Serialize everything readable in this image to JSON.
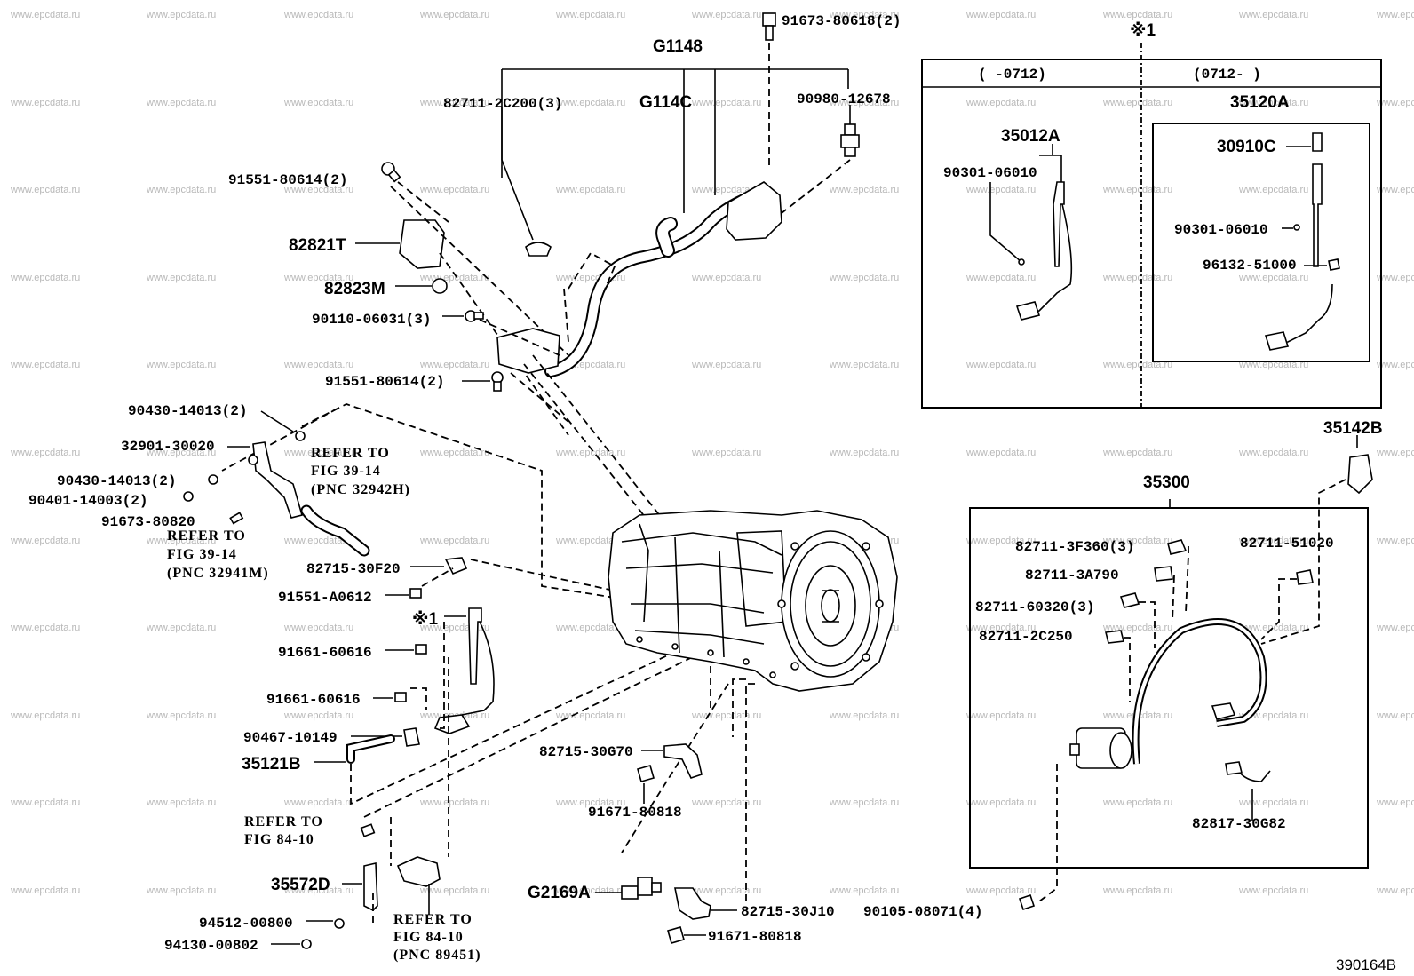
{
  "watermark": "www.epcdata.ru",
  "diagram_id": "390164B",
  "labels": {
    "g1148": "G1148",
    "p91673_80618": "91673-80618(2)",
    "p82711_2c200": "82711-2C200(3)",
    "g114c": "G114C",
    "p90980_12678": "90980-12678",
    "p91551_80614_top": "91551-80614(2)",
    "p82821t": "82821T",
    "p82823m": "82823M",
    "p90110_06031": "90110-06031(3)",
    "p91551_80614_mid": "91551-80614(2)",
    "p90430_14013_a": "90430-14013(2)",
    "p32901_30020": "32901-30020",
    "p90430_14013_b": "90430-14013(2)",
    "p90401_14003": "90401-14003(2)",
    "p91673_80820": "91673-80820",
    "p82715_30f20": "82715-30F20",
    "p91551_a0612": "91551-A0612",
    "ref1_asterisk": "※1",
    "p91661_60616_a": "91661-60616",
    "p91661_60616_b": "91661-60616",
    "p90467_10149": "90467-10149",
    "p35121b": "35121B",
    "p35572d": "35572D",
    "p94512_00800": "94512-00800",
    "p94130_00802": "94130-00802",
    "p82715_30g70": "82715-30G70",
    "p91671_80818_a": "91671-80818",
    "p91671_80818_b": "91671-80818",
    "g2169a": "G2169A",
    "p82715_30j10": "82715-30J10",
    "p90105_08071": "90105-08071(4)",
    "p35142b": "35142B",
    "p35300": "35300",
    "p82711_3f360": "82711-3F360(3)",
    "p82711_51020": "82711-51020",
    "p82711_3a790": "82711-3A790",
    "p82711_60320": "82711-60320(3)",
    "p82711_2c250": "82711-2C250",
    "p82817_30g82": "82817-30G82",
    "box_asterisk": "※1",
    "box_left_header": "(     -0712)",
    "box_right_header": "(0712-     )",
    "p35012a": "35012A",
    "p90301_06010_left": "90301-06010",
    "p35120a": "35120A",
    "p30910c": "30910C",
    "p90301_06010_right": "90301-06010",
    "p96132_51000": "96132-51000"
  },
  "notes": {
    "refer_fig39_14_a_l1": "REFER TO",
    "refer_fig39_14_a_l2": "FIG 39-14",
    "refer_fig39_14_a_l3": "(PNC 32942H)",
    "refer_fig39_14_b_l1": "REFER TO",
    "refer_fig39_14_b_l2": "FIG 39-14",
    "refer_fig39_14_b_l3": "(PNC 32941M)",
    "refer_fig84_10_a_l1": "REFER TO",
    "refer_fig84_10_a_l2": "FIG 84-10",
    "refer_fig84_10_b_l1": "REFER TO",
    "refer_fig84_10_b_l2": "FIG 84-10",
    "refer_fig84_10_b_l3": "(PNC 89451)"
  }
}
